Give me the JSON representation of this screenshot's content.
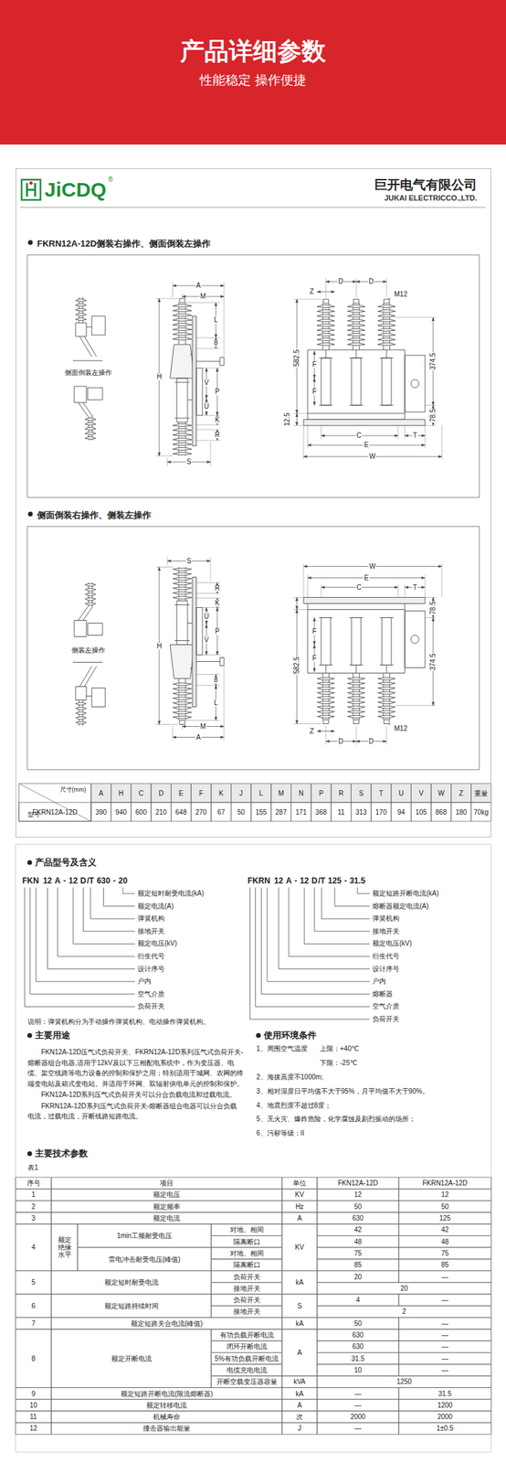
{
  "diagram": {
    "nodes": [
      {
        "text": [
          "产品详细参数",
          "性能稳定 操作便捷"
        ]
      },
      {
        "text": [
          "巨开电气有限公司",
          "JUKAI ELECTRICCO.,LTD."
        ]
      },
      {
        "text": [
          "FKRN12A-12D侧装右操作、侧面倒装左操作"
        ],
        "in": 1
      },
      {
        "text": [
          "侧面倒装右操作、侧装左操作"
        ],
        "in": 1
      }
    ],
    "labels": [
      "JiCDQ",
      "®",
      "侧面倒装左操作",
      "A",
      "M",
      "L",
      "8",
      "H",
      "V",
      "P",
      "U",
      "K",
      "R",
      "S",
      "D",
      "D",
      "Z",
      "M12",
      "F",
      "374.5",
      "582.5",
      "F",
      "78.5",
      "12.5",
      "T",
      "C",
      "E",
      "W",
      "侧装左操作",
      "S",
      "R",
      "K",
      "U",
      "P",
      "V",
      "H",
      "8",
      "L",
      "M",
      "A",
      "W",
      "E",
      "C",
      "T",
      "78.5",
      "F",
      "582.5",
      "374.5",
      "F",
      "Z",
      "M12",
      "D",
      "D",
      "尺寸(mm)",
      "型号",
      "A",
      "H",
      "C",
      "D",
      "E",
      "F",
      "K",
      "J",
      "L",
      "M",
      "N",
      "P",
      "R",
      "S",
      "T",
      "U",
      "V",
      "W",
      "Z",
      "重量",
      "FKRN12A-12D",
      "390",
      "940",
      "600",
      "210",
      "648",
      "270",
      "67",
      "50",
      "155",
      "287",
      "171",
      "368",
      "11",
      "313",
      "170",
      "94",
      "105",
      "868",
      "180",
      "70kg",
      "产品型号及含义",
      "F",
      "K",
      "N",
      "12",
      "A",
      "-",
      "12",
      "D",
      "/T",
      "630",
      "-",
      "20",
      "额定短时耐受电流(kA)",
      "额定电流(A)",
      "弹簧机构",
      "接地开关",
      "额定电压(kV)",
      "衍生代号",
      "设计序号",
      "户内",
      "空气介质",
      "负荷开关",
      "F",
      "K",
      "R",
      "N",
      "12",
      "A",
      "-",
      "12",
      "D",
      "/T",
      "125",
      "-",
      "31.5",
      "额定短路开断电流(kA)",
      "熔断器额定电流(A)",
      "弹簧机构",
      "接地开关",
      "额定电压(kV)",
      "衍生代号",
      "设计序号",
      "户内",
      "熔断器",
      "空气介质",
      "负荷开关",
      "说明：弹簧机构分为手动操作弹簧机构、电动操作弹簧机构。",
      "主要用途",
      "FKN12A-12D压气式负荷开关、FKRN12A-12D系列压气式负荷开关-熔断器组合电器,适用于12kV及以下三相配电系统中，作为变压器、电缆、架空线路等电力设备的控制和保护之用；特别适用于城网、农网的终端变电站及箱式变电站。并适用于环网、双辐射供电单元的控制和保护。",
      "FKN12A-12D系列压气式负荷开关可以分合负载电流和过载电流。",
      "FKRN12A-12D系列压气式负荷开关-熔断器组合电器可以分合负载电流，过载电流，开断线路短路电流。",
      "使用环境条件",
      "1、周围空气温度",
      "上限：+40℃",
      "下限：-25℃",
      "2、海拔高度不1000m;",
      "3、相对湿度日平均值不大于95%，月平均值不大于90%。",
      "4、地震烈度不超过8度；",
      "5、无火灾、爆炸危险，化学腐蚀及剧烈振动的场所；",
      "6、污秽等级：II",
      "主要技术参数",
      "表1",
      "序号",
      "项目",
      "单位",
      "FKN12A-12D",
      "FKRN12A-12D",
      "1",
      "额定电压",
      "KV",
      "12",
      "12",
      "2",
      "额定频率",
      "Hz",
      "50",
      "50",
      "3",
      "额定电流",
      "A",
      "630",
      "125",
      "4",
      "额定绝缘水平",
      "1min工频耐受电压",
      "对地、相间",
      "隔离断口",
      "雷电冲击耐受电压(峰值)",
      "对地、相间",
      "隔离断口",
      "KV",
      "42",
      "42",
      "48",
      "48",
      "75",
      "75",
      "85",
      "85",
      "5",
      "额定短时耐受电流",
      "负荷开关",
      "接地开关",
      "kA",
      "20",
      "—",
      "20",
      "6",
      "额定短路持续时间",
      "负荷开关",
      "接地开关",
      "S",
      "4",
      "—",
      "2",
      "7",
      "额定短路关合电流(峰值)",
      "kA",
      "50",
      "—",
      "8",
      "额定开断电流",
      "有功负载开断电流",
      "闭环开断电流",
      "5%有功负载开断电流",
      "电缆充电电流",
      "开断空载变压器容量",
      "A",
      "kVA",
      "630",
      "—",
      "630",
      "—",
      "31.5",
      "—",
      "10",
      "—",
      "1250",
      "9",
      "额定短路开断电流(限流熔断器)",
      "kA",
      "—",
      "31.5",
      "10",
      "额定转移电流",
      "A",
      "—",
      "1200",
      "11",
      "机械寿命",
      "次",
      "2000",
      "2000",
      "12",
      "撞击器输出能量",
      "J",
      "—",
      "1±0.5"
    ]
  }
}
